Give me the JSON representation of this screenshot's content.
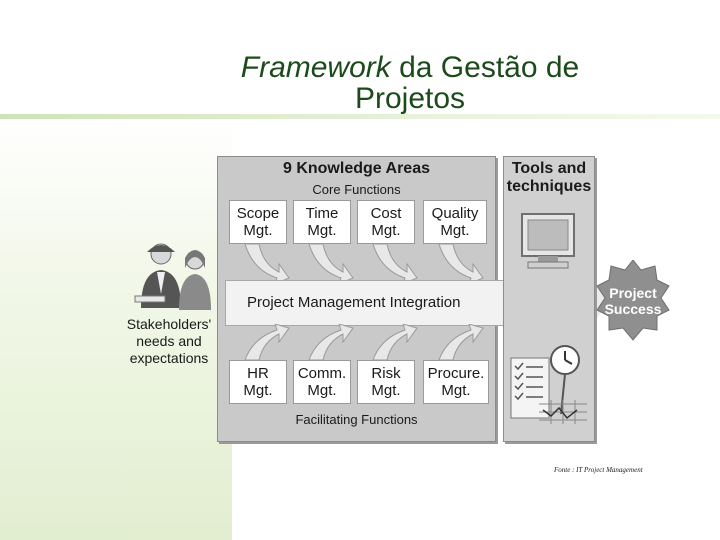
{
  "slide": {
    "title_italic": "Framework",
    "title_rest": " da Gestão de",
    "title_line2": "Projetos",
    "source": "Fonte : IT Project Management"
  },
  "diagram": {
    "knowledge_areas_heading": "9 Knowledge Areas",
    "core_functions_label": "Core Functions",
    "facilitating_functions_label": "Facilitating Functions",
    "core_boxes": [
      {
        "line1": "Scope",
        "line2": "Mgt."
      },
      {
        "line1": "Time",
        "line2": "Mgt."
      },
      {
        "line1": "Cost",
        "line2": "Mgt."
      },
      {
        "line1": "Quality",
        "line2": "Mgt."
      }
    ],
    "facilitating_boxes": [
      {
        "line1": "HR",
        "line2": "Mgt."
      },
      {
        "line1": "Comm.",
        "line2": "Mgt."
      },
      {
        "line1": "Risk",
        "line2": "Mgt."
      },
      {
        "line1": "Procure.",
        "line2": "Mgt."
      }
    ],
    "integration_label": "Project Management Integration",
    "tools_heading_line1": "Tools and",
    "tools_heading_line2": "techniques",
    "stakeholders_line1": "Stakeholders'",
    "stakeholders_line2": "needs and",
    "stakeholders_line3": "expectations",
    "success_line1": "Project",
    "success_line2": "Success"
  },
  "colors": {
    "title": "#1b4a1b",
    "panel": "#c9c9c9",
    "success_burst": "#8f8f8f"
  }
}
